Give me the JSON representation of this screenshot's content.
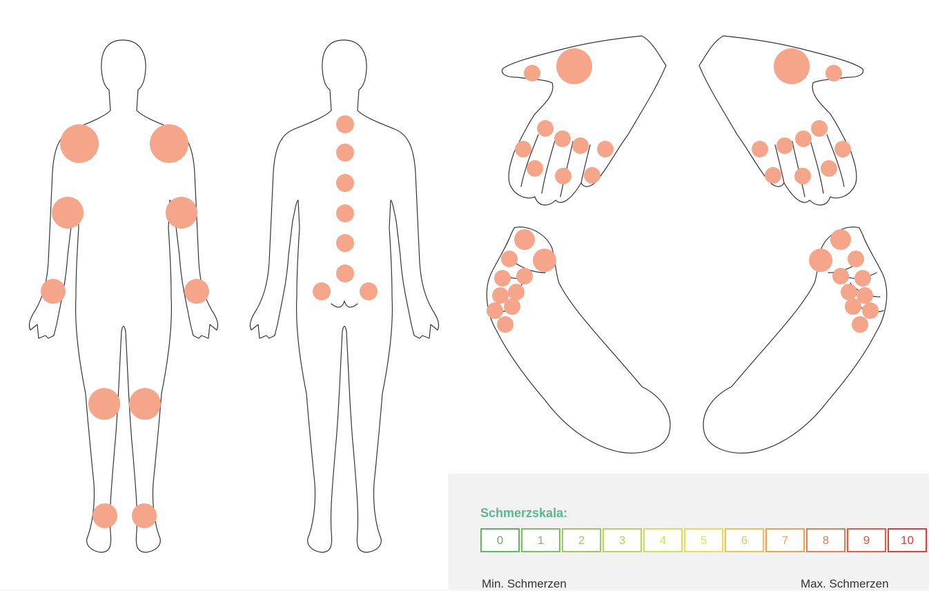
{
  "colors": {
    "spot": "#f4a58a",
    "outline": "#333333",
    "background": "#ffffff",
    "scale_title": "#5bb88f"
  },
  "figures": {
    "front_body": "body-front-figure",
    "back_body": "body-back-figure",
    "left_hand": "left-hand-figure",
    "right_hand": "right-hand-figure",
    "left_foot": "left-foot-figure",
    "right_foot": "right-foot-figure"
  },
  "scale": {
    "title": "Schmerzskala:",
    "min_label": "Min. Schmerzen",
    "max_label": "Max. Schmerzen",
    "levels": [
      {
        "value": "0",
        "color": "#5cb85c"
      },
      {
        "value": "1",
        "color": "#7cc05a"
      },
      {
        "value": "2",
        "color": "#9ccb58"
      },
      {
        "value": "3",
        "color": "#bcd456"
      },
      {
        "value": "4",
        "color": "#dadd52"
      },
      {
        "value": "5",
        "color": "#efdc4a"
      },
      {
        "value": "6",
        "color": "#f5c542"
      },
      {
        "value": "7",
        "color": "#f2a04a"
      },
      {
        "value": "8",
        "color": "#ee7c4c"
      },
      {
        "value": "9",
        "color": "#e95a45"
      },
      {
        "value": "10",
        "color": "#e23c3c"
      }
    ]
  }
}
